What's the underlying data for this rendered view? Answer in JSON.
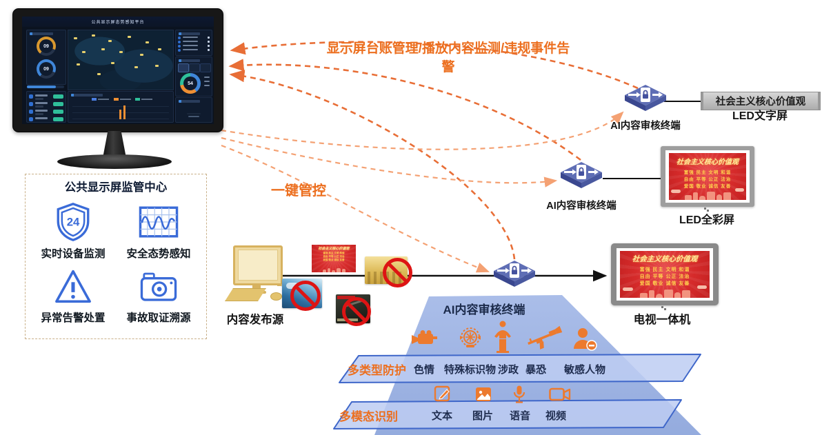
{
  "captions": {
    "top": "显示屏台账管理/播放内容监测/违规事件告警",
    "one_key": "一键管控"
  },
  "monitor": {
    "dashboard_title": "公共显示屏态势感知平台",
    "gauge1": "09",
    "gauge2": "09",
    "donut_value": "54"
  },
  "supervision": {
    "title": "公共显示屏监管中心",
    "shield_number": "24",
    "features": [
      {
        "icon": "shield-24-icon",
        "label": "实时设备监测"
      },
      {
        "icon": "waveform-icon",
        "label": "安全态势感知"
      },
      {
        "icon": "warning-triangle-icon",
        "label": "异常告警处置"
      },
      {
        "icon": "camera-icon",
        "label": "事故取证溯源"
      }
    ]
  },
  "source_label": "内容发布源",
  "switch_labels": [
    "AI内容审核终端",
    "AI内容审核终端"
  ],
  "displays": {
    "led_text": {
      "sign": "社会主义核心价值观",
      "label": "LED文字屏"
    },
    "led_color": {
      "label": "LED全彩屏"
    },
    "tv": {
      "label": "电视一体机"
    }
  },
  "poster": {
    "title": "社会主义核心价值观",
    "line1": "富强 民主 文明 和谐",
    "line2": "自由 平等 公正 法治",
    "line3": "爱国 敬业 诚信 友善"
  },
  "funnel": {
    "title": "AI内容审核终端",
    "protection_label": "多类型防护",
    "protection_items": [
      "色情",
      "特殊标识物",
      "涉政",
      "暴恐",
      "敏感人物"
    ],
    "modality_label": "多模态识别",
    "modality_items": [
      "文本",
      "图片",
      "语音",
      "视频"
    ]
  },
  "colors": {
    "accent_orange": "#EC6F1F",
    "arrow_dark": "#E86E36",
    "arrow_light": "#F4A173",
    "switch_blue": "#5F6EB5",
    "band_fill": "#BDCCF2",
    "band_border": "#3E66C9",
    "trapezoid_fill": "#97AEDF",
    "blue_icon": "#3A6BD8",
    "poster_red": "#D62B2B",
    "ban_red": "#DD1414"
  }
}
